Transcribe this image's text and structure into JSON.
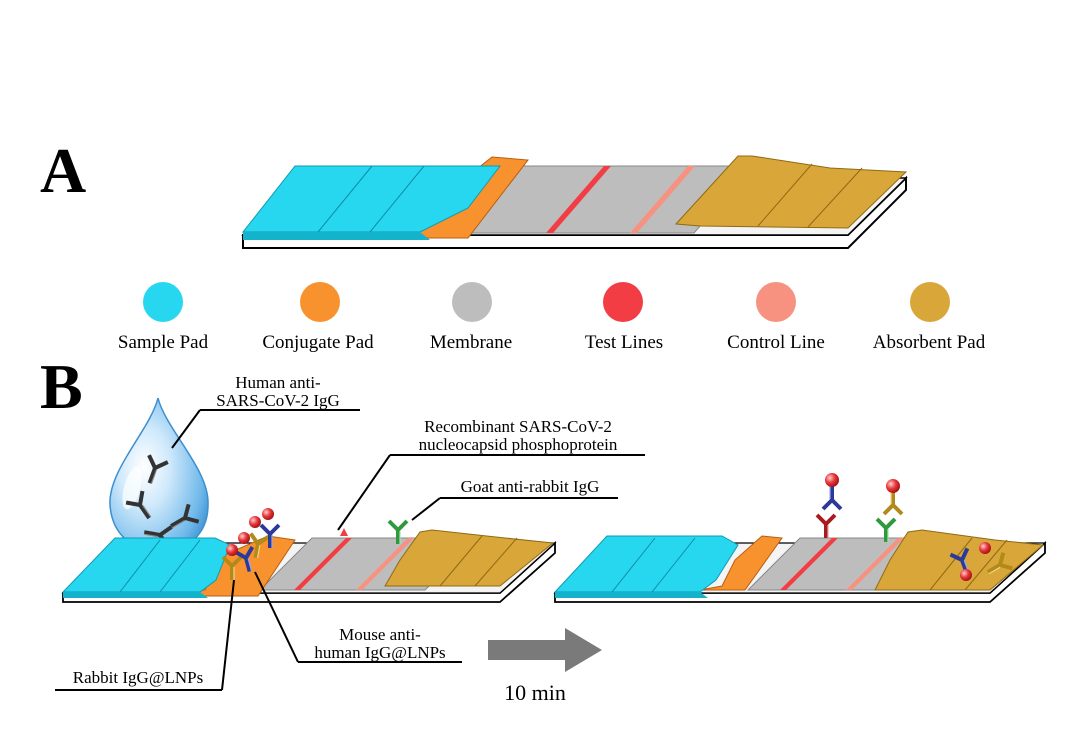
{
  "panels": {
    "a": "A",
    "b": "B"
  },
  "legend": [
    {
      "label": "Sample Pad",
      "color": "#27d7f0"
    },
    {
      "label": "Conjugate Pad",
      "color": "#f7922e"
    },
    {
      "label": "Membrane",
      "color": "#bdbdbd"
    },
    {
      "label": "Test Lines",
      "color": "#f23d45"
    },
    {
      "label": "Control Line",
      "color": "#f79280"
    },
    {
      "label": "Absorbent Pad",
      "color": "#d9a63a"
    }
  ],
  "callouts": {
    "human_igg": [
      "Human anti-",
      "SARS-CoV-2 IgG"
    ],
    "recombinant": [
      "Recombinant SARS-CoV-2",
      "nucleocapsid phosphoprotein"
    ],
    "goat": "Goat anti-rabbit IgG",
    "mouse": [
      "Mouse anti-",
      "human IgG@LNPs"
    ],
    "rabbit": "Rabbit IgG@LNPs"
  },
  "arrow_label": "10 min",
  "colors": {
    "sample_pad": "#27d7f0",
    "conjugate_pad": "#f7922e",
    "membrane": "#bdbdbd",
    "test_line": "#f23d45",
    "control_line": "#f79280",
    "absorbent_pad": "#d9a63a",
    "drop": "#7fc4ee",
    "arrow": "#7a7a7a"
  }
}
